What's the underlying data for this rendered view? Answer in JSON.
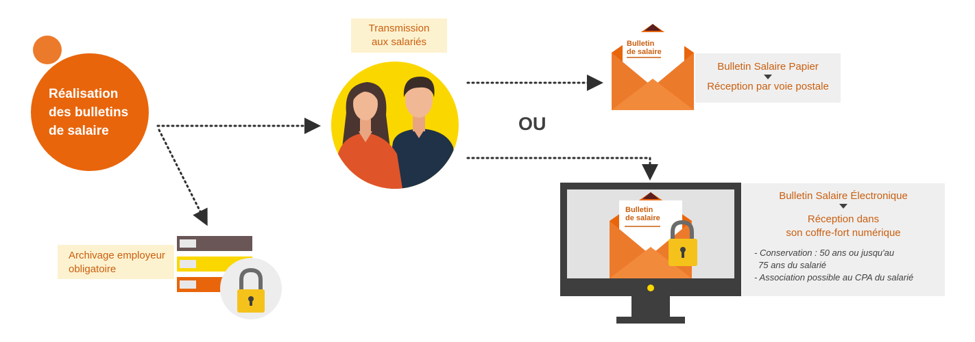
{
  "main_circle": {
    "lines": [
      "Réalisation",
      "des bulletins",
      "de salaire"
    ]
  },
  "transmission": {
    "lines": [
      "Transmission",
      "aux salariés"
    ]
  },
  "separator": {
    "ou": "OU"
  },
  "archivage": {
    "lines": [
      "Archivage employeur",
      "obligatoire"
    ]
  },
  "paper": {
    "envelope_label": [
      "Bulletin",
      "de salaire"
    ],
    "title": "Bulletin Salaire Papier",
    "detail": "Réception par voie postale"
  },
  "electronic": {
    "envelope_label": [
      "Bulletin",
      "de salaire"
    ],
    "title": "Bulletin Salaire Électronique",
    "detail_lines": [
      "Réception dans",
      "son coffre-fort numérique"
    ],
    "notes": [
      "- Conservation : 50 ans ou jusqu'au",
      "75 ans du salarié",
      "- Association possible au CPA du salarié"
    ]
  },
  "colors": {
    "orange": "#e8650c",
    "light_orange": "#ec7a2b",
    "yellow": "#fbd700",
    "text_orange": "#c95f10",
    "dark_grey": "#3f3f3f",
    "box_grey": "#efefef",
    "label_bg": "#fdf2cf"
  }
}
